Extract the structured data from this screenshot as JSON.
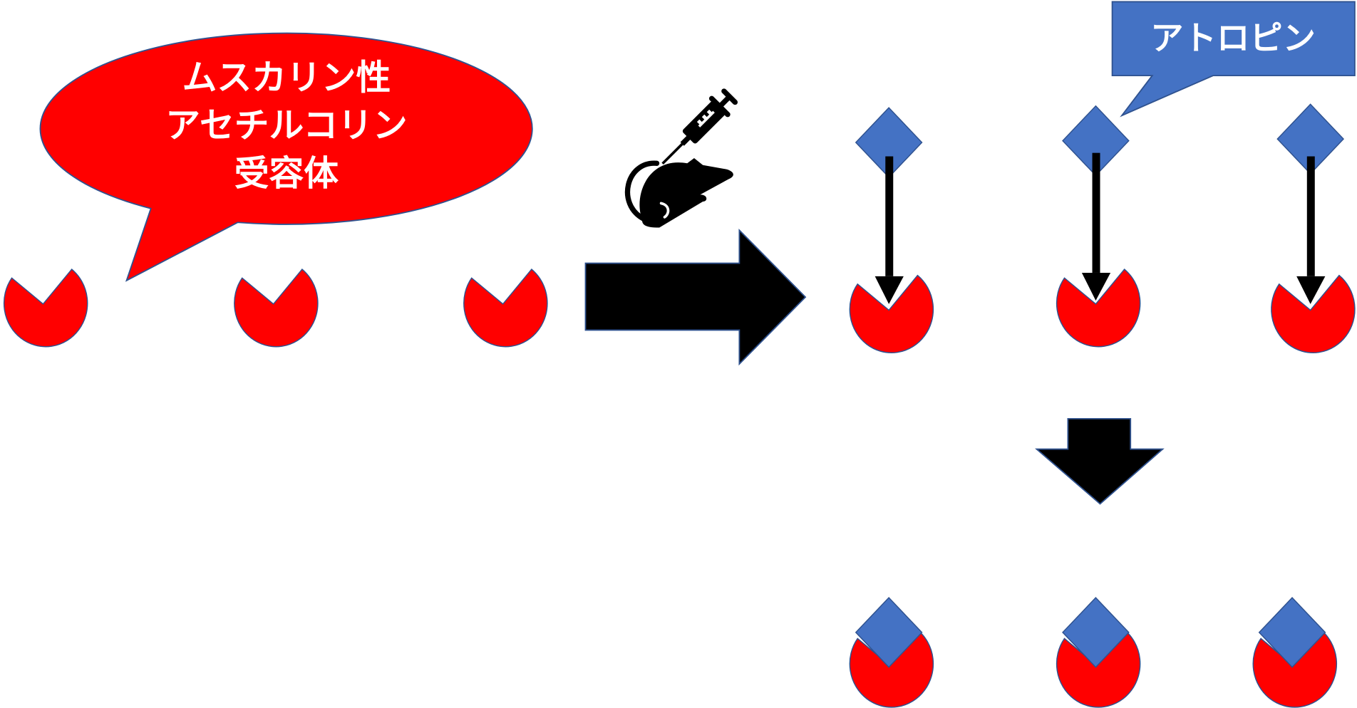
{
  "bubble": {
    "lines": [
      "ムスカリン性",
      "アセチルコリン",
      "受容体"
    ]
  },
  "callout": {
    "label": "アトロピン"
  },
  "colors": {
    "receptor": "#ff0000",
    "drug": "#4472c4",
    "arrow": "#000000",
    "outline": "#2f528f"
  },
  "icons": {
    "injection": "mouse-injection-icon"
  }
}
